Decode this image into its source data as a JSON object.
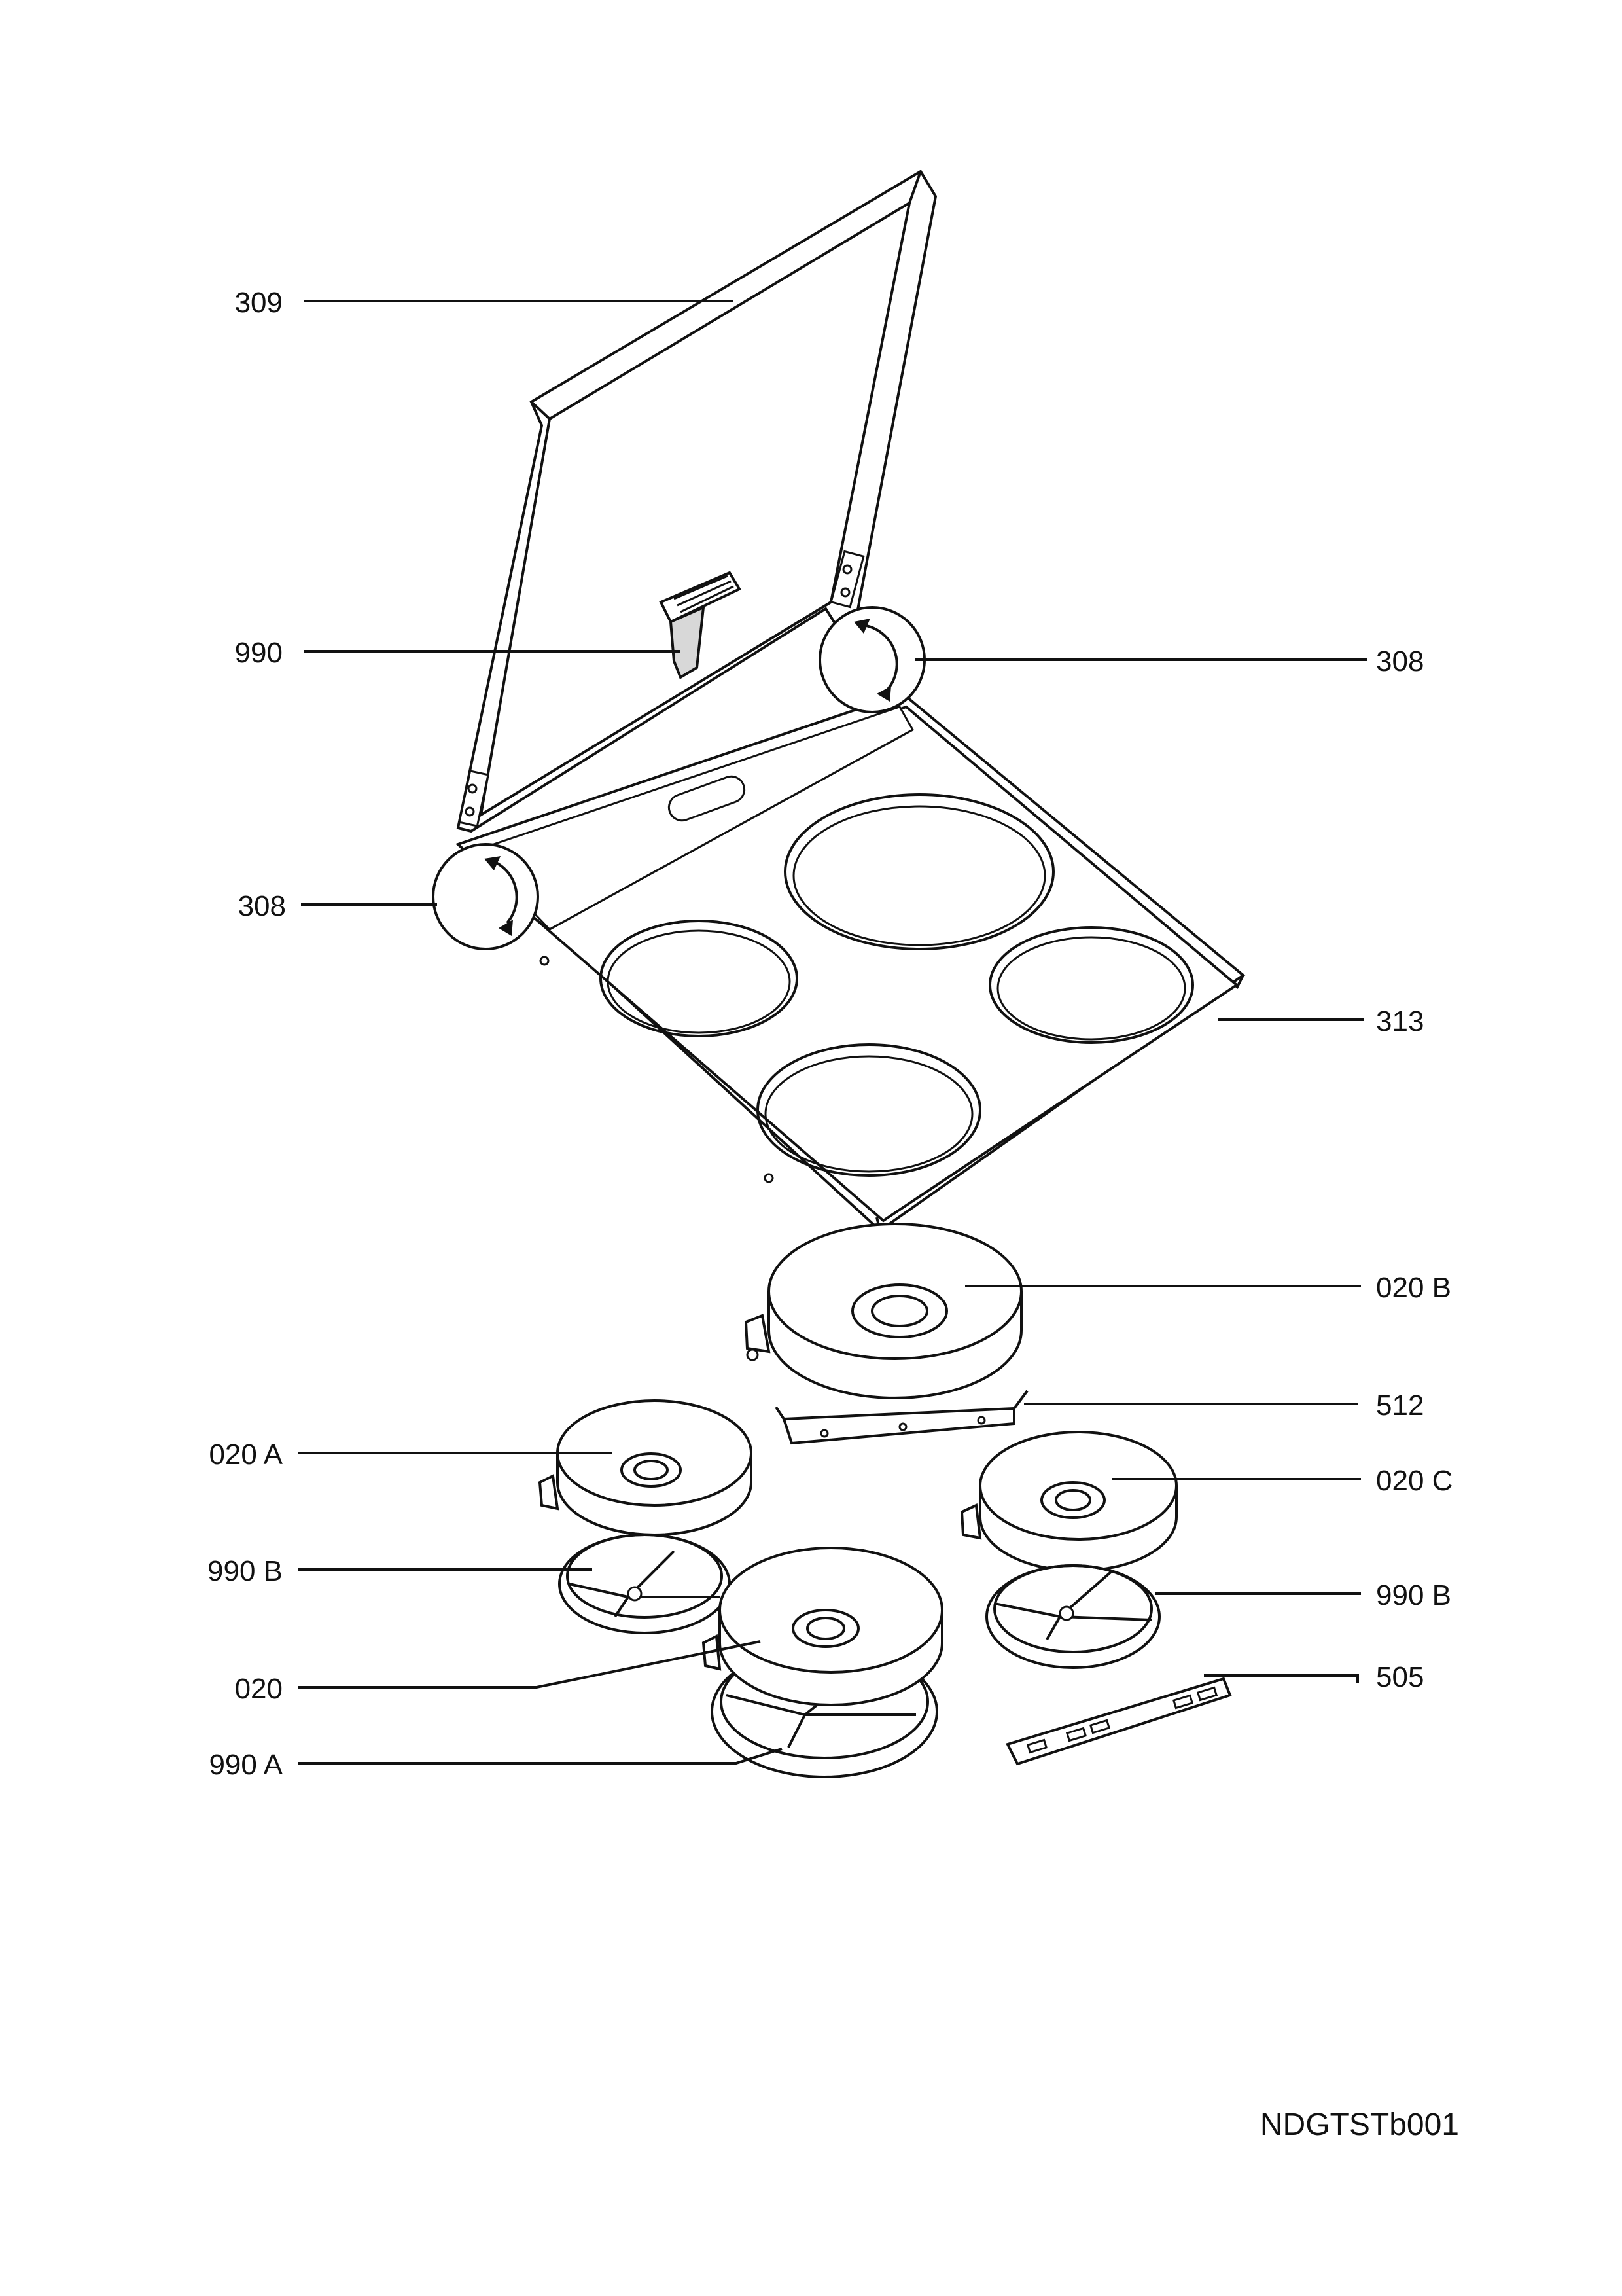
{
  "labels": {
    "lid": "309",
    "lid_bracket": "990",
    "hinge_right": "308",
    "hinge_left": "308",
    "hob_frame": "313",
    "hotplate_b": "020 B",
    "support_strip": "512",
    "hotplate_a": "020 A",
    "hotplate_c": "020 C",
    "bracket_b_left": "990 B",
    "bracket_b_right": "990 B",
    "hotplate_front": "020",
    "terminal_strip": "505",
    "bracket_a": "990 A"
  },
  "drawing_code": "NDGTSTb001"
}
